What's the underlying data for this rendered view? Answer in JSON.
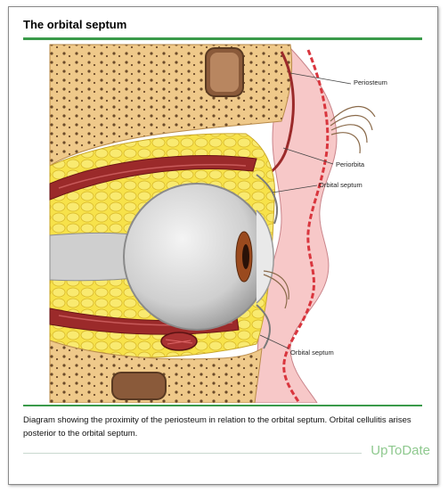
{
  "figure": {
    "title": "The orbital septum",
    "labels": {
      "periosteum": "Periosteum",
      "periorbita": "Periorbita",
      "orbital_septum_upper": "Orbital septum",
      "orbital_septum_lower": "Orbital septum"
    },
    "caption": "Diagram showing the proximity of the periosteum in relation to the orbital septum. Orbital cellulitis arises posterior to the orbital septum.",
    "brand": "UpToDate"
  },
  "colors": {
    "accent_rule": "#3a9a4a",
    "bone": "#f2cf8a",
    "fat": "#f7e24a",
    "skin": "#f7c8c8",
    "muscle": "#9b2a2a",
    "globe": "#d8d8d8",
    "brand": "#8fc98f"
  }
}
